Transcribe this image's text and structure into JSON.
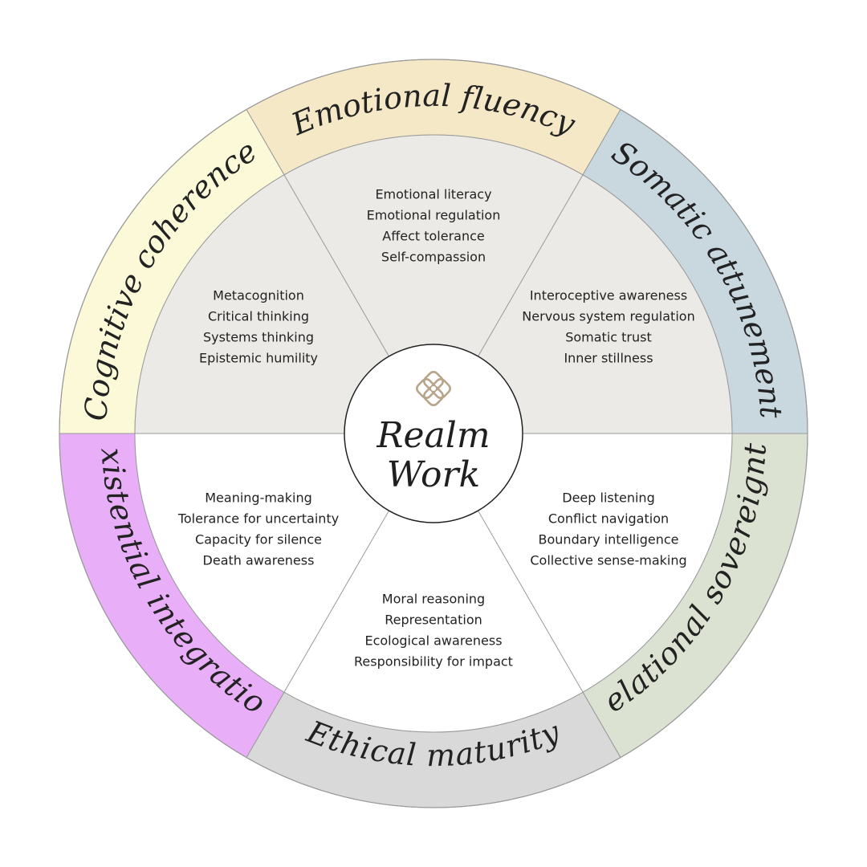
{
  "center": {
    "title_line1": "Realm",
    "title_line2": "Work",
    "logo_icon": "celtic-knot-icon",
    "logo_color": "#b8a48a"
  },
  "colors": {
    "ring_stroke": "#999999",
    "divider": "#9a9a9a",
    "upper_fill": "#ebeae6",
    "lower_fill": "#ffffff"
  },
  "sectors": [
    {
      "id": "emotional-fluency",
      "name": "Emotional fluency",
      "ring_color": "#f5e8c6",
      "skills": [
        "Emotional literacy",
        "Emotional regulation",
        "Affect tolerance",
        "Self-compassion"
      ]
    },
    {
      "id": "somatic-attunement",
      "name": "Somatic attunement",
      "ring_color": "#c9d8df",
      "skills": [
        "Interoceptive awareness",
        "Nervous system regulation",
        "Somatic trust",
        "Inner stillness"
      ]
    },
    {
      "id": "relational-sovereignty",
      "name": "Relational sovereignty",
      "ring_color": "#dce2d2",
      "skills": [
        "Deep listening",
        "Conflict navigation",
        "Boundary intelligence",
        "Collective sense-making"
      ]
    },
    {
      "id": "ethical-maturity",
      "name": "Ethical maturity",
      "ring_color": "#d9d9d9",
      "skills": [
        "Moral reasoning",
        "Representation",
        "Ecological awareness",
        "Responsibility for impact"
      ]
    },
    {
      "id": "existential-integration",
      "name": "Existential integration",
      "ring_color": "#e8aef8",
      "skills": [
        "Meaning-making",
        "Tolerance for uncertainty",
        "Capacity for silence",
        "Death awareness"
      ]
    },
    {
      "id": "cognitive-coherence",
      "name": "Cognitive coherence",
      "ring_color": "#fbf9d8",
      "skills": [
        "Metacognition",
        "Critical thinking",
        "Systems thinking",
        "Epistemic humility"
      ]
    }
  ]
}
